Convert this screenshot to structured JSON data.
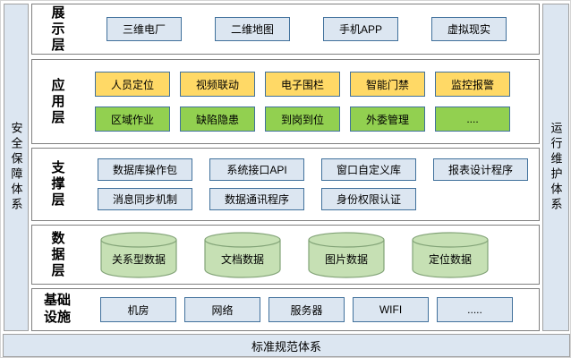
{
  "frame": {
    "left_bar": "安全保障体系",
    "right_bar": "运行维护体系",
    "bottom_bar": "标准规范体系"
  },
  "layers": [
    {
      "label": "展示层",
      "rows": [
        [
          "三维电厂",
          "二维地图",
          "手机APP",
          "虚拟现实"
        ]
      ]
    },
    {
      "label": "应用层",
      "rows": [
        [
          "人员定位",
          "视频联动",
          "电子围栏",
          "智能门禁",
          "监控报警"
        ],
        [
          "区域作业",
          "缺陷隐患",
          "到岗到位",
          "外委管理",
          "...."
        ]
      ]
    },
    {
      "label": "支撑层",
      "rows": [
        [
          "数据库操作包",
          "系统接口API",
          "窗口自定义库",
          "报表设计程序"
        ],
        [
          "消息同步机制",
          "数据通讯程序",
          "身份权限认证"
        ]
      ]
    },
    {
      "label": "数据层",
      "rows": [
        [
          "关系型数据",
          "文档数据",
          "图片数据",
          "定位数据"
        ]
      ]
    },
    {
      "label": "基础设施",
      "rows": [
        [
          "机房",
          "网络",
          "服务器",
          "WIFI",
          "....."
        ]
      ]
    }
  ],
  "colors": {
    "bar_fill": "#dce6f1",
    "box_blue_fill": "#dce6f1",
    "box_yellow_fill": "#ffd966",
    "box_green_fill": "#92d050",
    "box_border": "#41719c",
    "cylinder_fill": "#c6e0b4",
    "cylinder_border": "#82a377",
    "layer_border": "#7f7f7f"
  }
}
